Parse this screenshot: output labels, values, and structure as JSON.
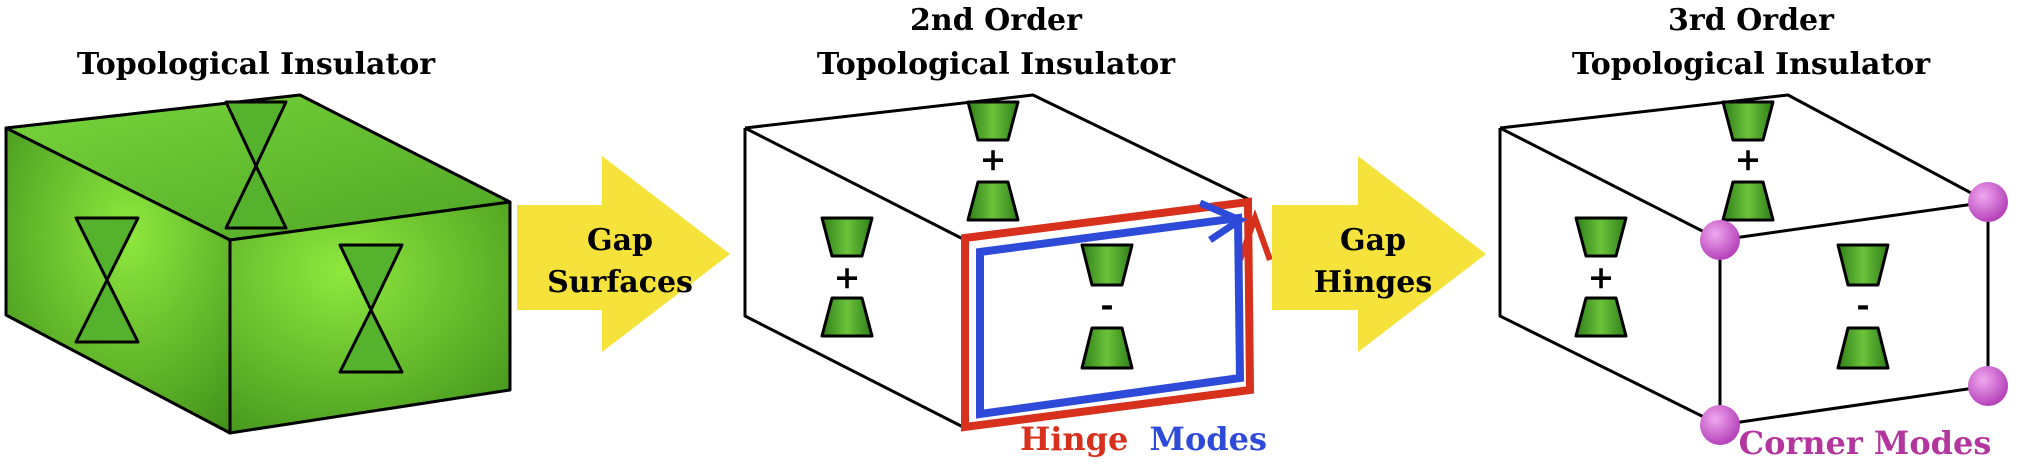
{
  "panels": [
    {
      "title_lines": [
        "Topological Insulator"
      ]
    },
    {
      "title_lines": [
        "2nd Order",
        "Topological Insulator"
      ]
    },
    {
      "title_lines": [
        "3rd Order",
        "Topological Insulator"
      ]
    }
  ],
  "arrows": [
    {
      "lines": [
        "Gap",
        "Surfaces"
      ]
    },
    {
      "lines": [
        "Gap",
        "Hinges"
      ]
    }
  ],
  "symbols": {
    "plus": "+",
    "minus": "-"
  },
  "labels": {
    "hinge_word": "Hinge",
    "modes_word": "Modes",
    "corner_modes": "Corner Modes"
  },
  "colors": {
    "arrow_fill": "#f5e23a",
    "cone_fill": "#4fa82b",
    "box_green": "#5ec42a",
    "hinge_red": "#d7301c",
    "hinge_blue": "#2d4bd8",
    "corner_purple": "#c052c8",
    "corner_label": "#b3369e"
  }
}
